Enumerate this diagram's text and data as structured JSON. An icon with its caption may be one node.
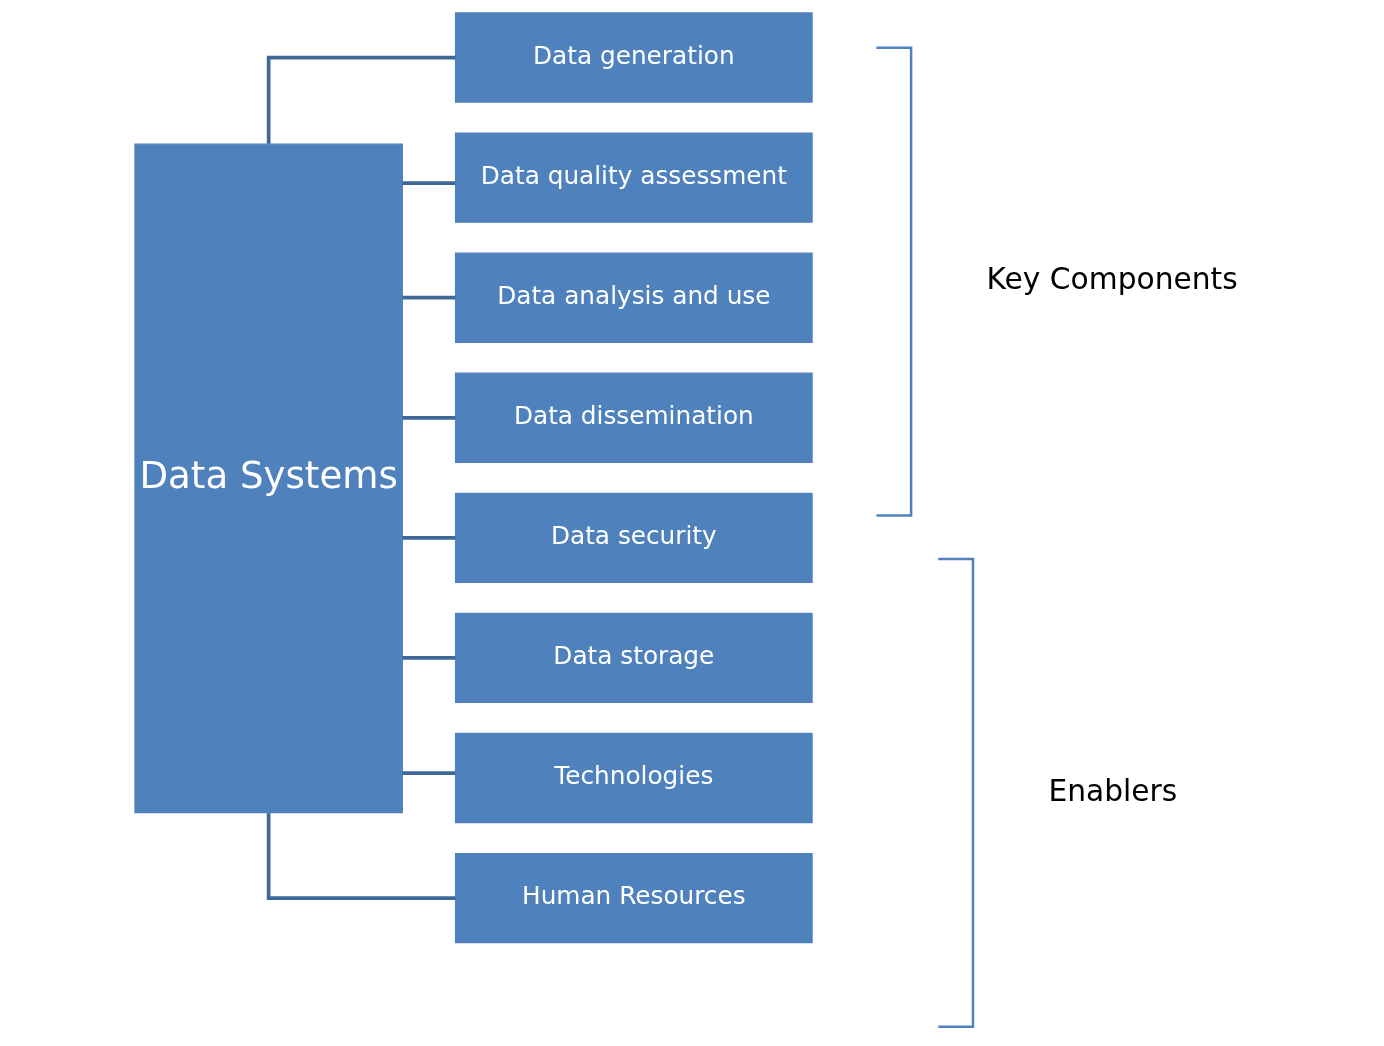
{
  "diagram": {
    "nodes": [
      {
        "text": [
          "Data Systems"
        ]
      },
      {
        "text": [
          "Data generation"
        ]
      },
      {
        "text": [
          "Data quality assessment"
        ]
      },
      {
        "text": [
          "Data analysis and use"
        ]
      },
      {
        "text": [
          "Data dissemination"
        ]
      },
      {
        "text": [
          "Data security"
        ]
      },
      {
        "text": [
          "Data storage"
        ]
      },
      {
        "text": [
          "Technologies"
        ]
      },
      {
        "text": [
          "Human Resources"
        ]
      }
    ],
    "edges": [
      {
        "from": 0,
        "to": 1,
        "arrow": "none"
      },
      {
        "from": 0,
        "to": 2,
        "arrow": "none"
      },
      {
        "from": 0,
        "to": 3,
        "arrow": "none"
      },
      {
        "from": 0,
        "to": 4,
        "arrow": "none"
      },
      {
        "from": 0,
        "to": 5,
        "arrow": "none"
      },
      {
        "from": 0,
        "to": 6,
        "arrow": "none"
      },
      {
        "from": 0,
        "to": 7,
        "arrow": "none"
      },
      {
        "from": 0,
        "to": 8,
        "arrow": "none"
      }
    ],
    "labels": [
      "Key Components",
      "Enablers"
    ]
  }
}
